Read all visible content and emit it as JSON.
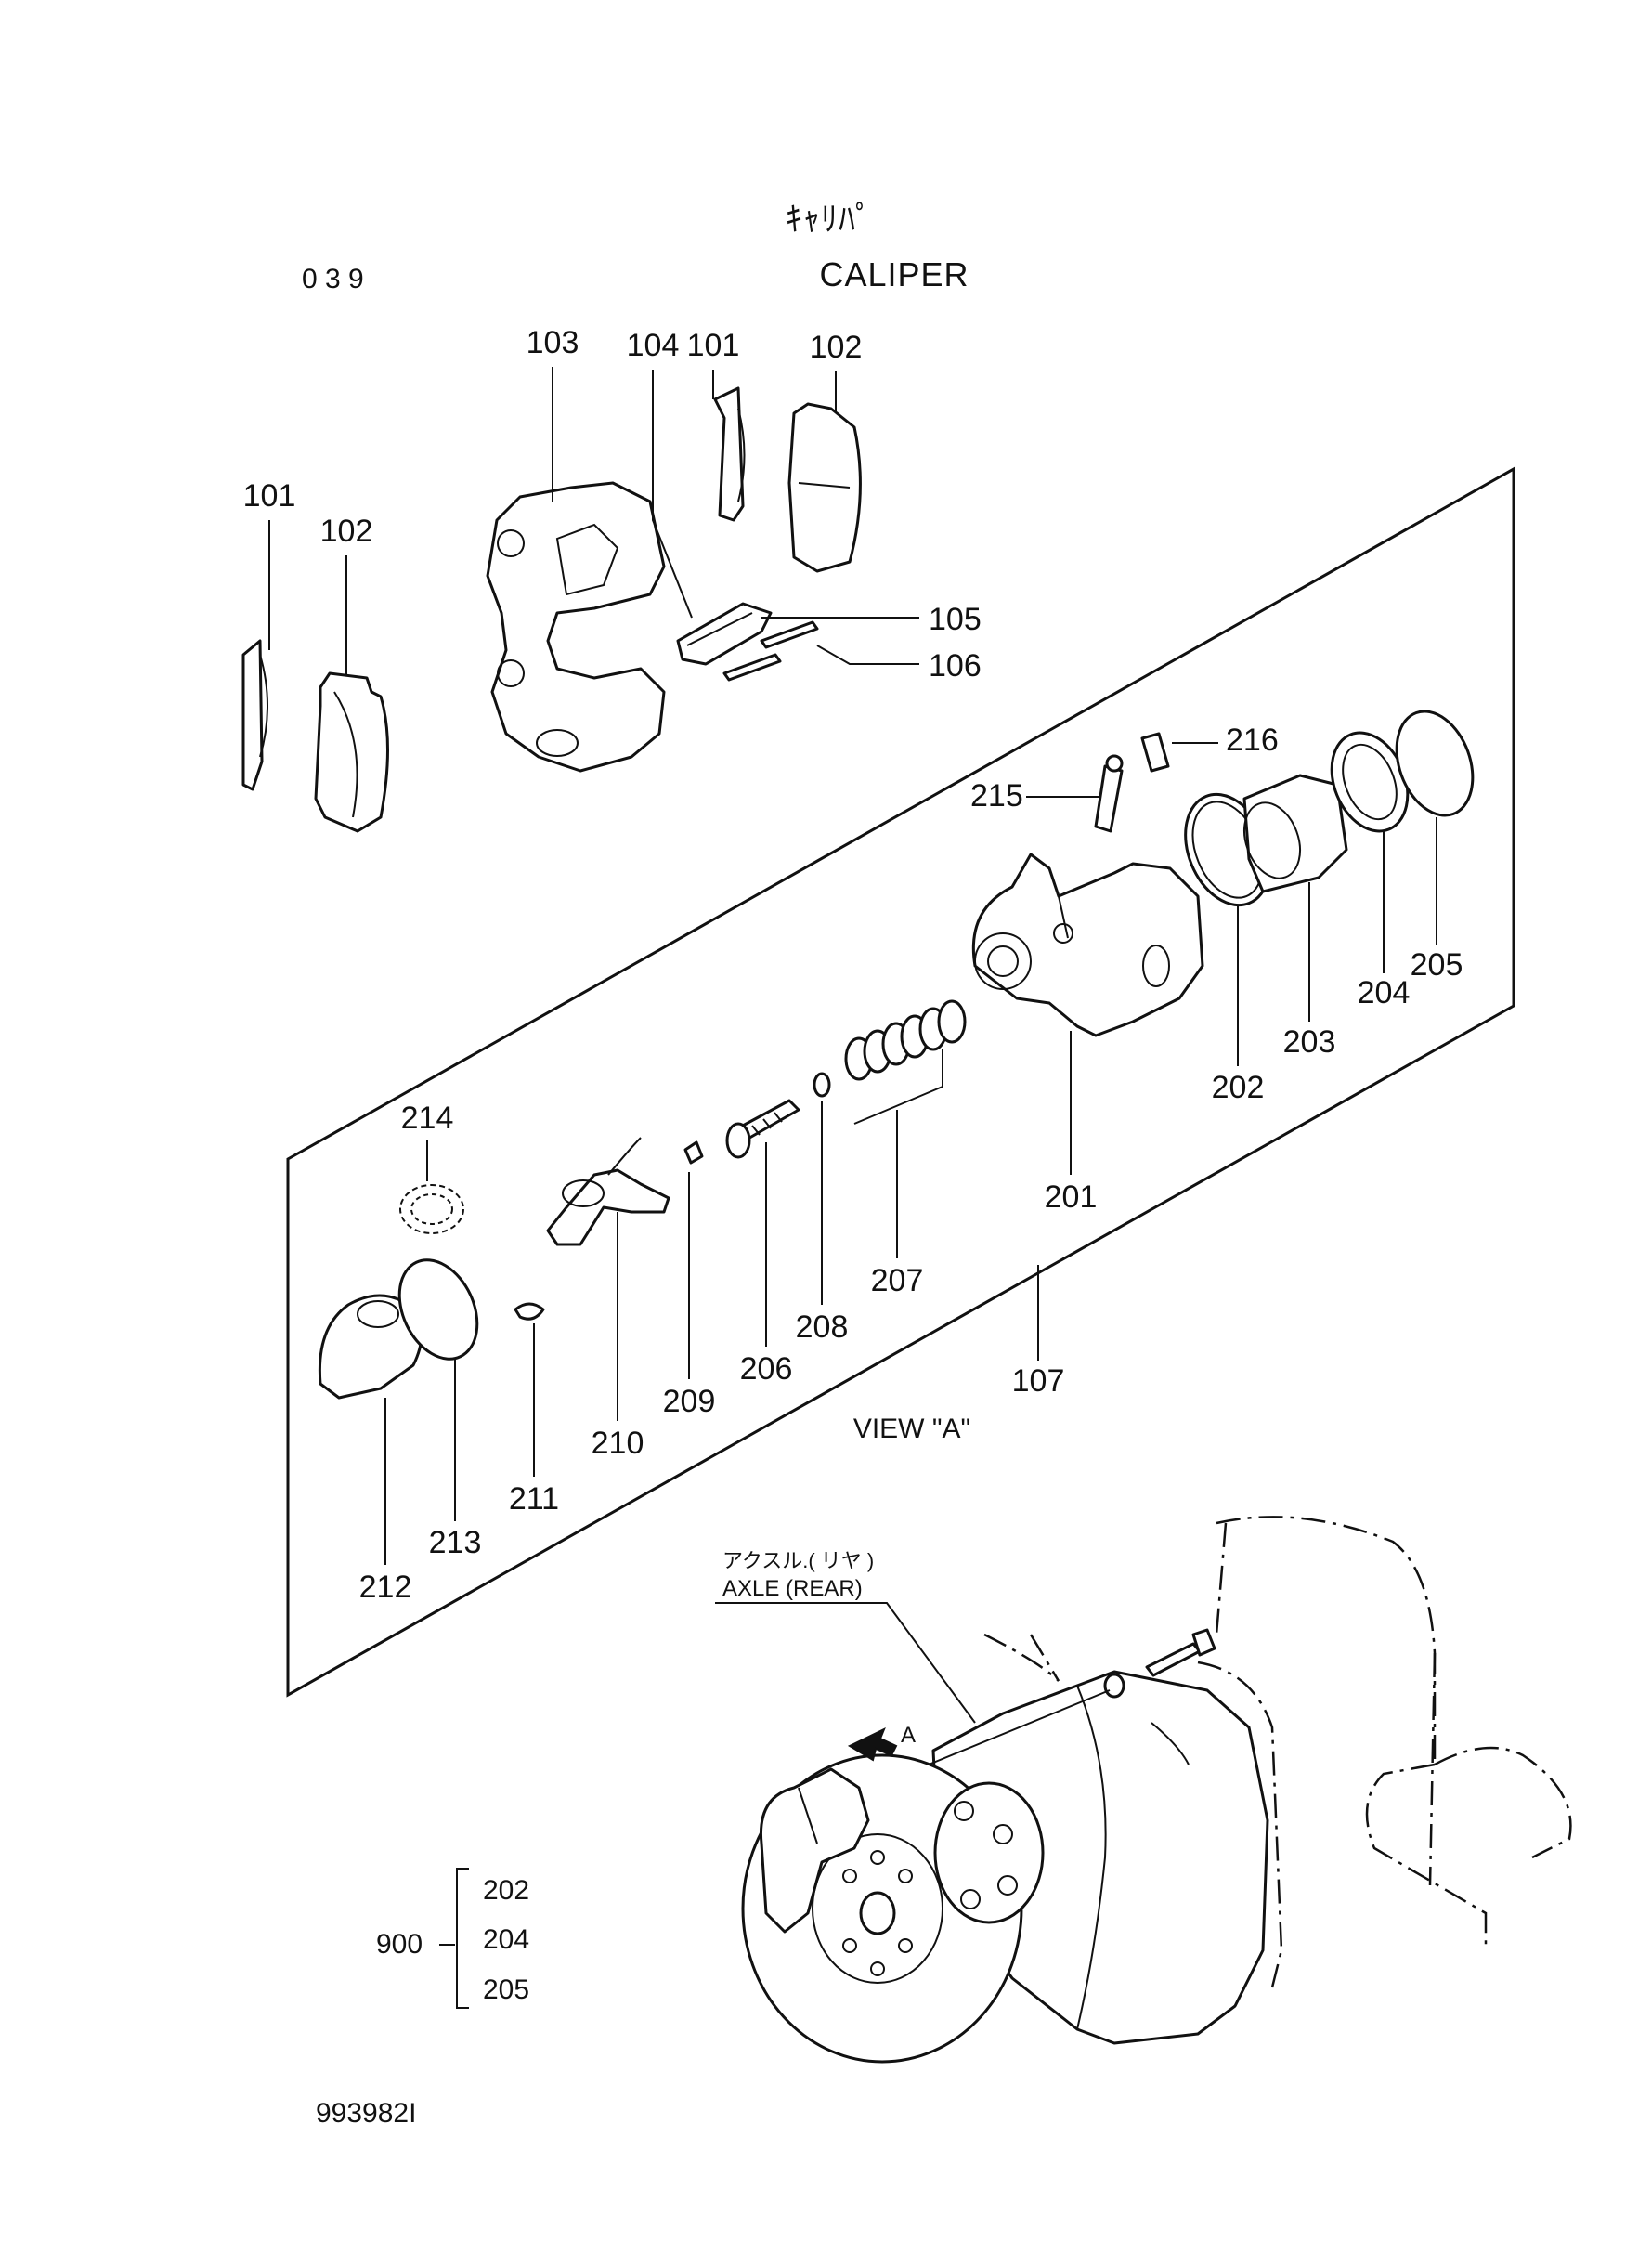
{
  "header": {
    "title_jp": "ｷｬﾘﾊﾟ",
    "title": "CALIPER",
    "page_code": "0 3 9"
  },
  "parts": {
    "p101a": "101",
    "p102a": "102",
    "p103": "103",
    "p104": "104",
    "p101b": "101",
    "p102b": "102",
    "p105": "105",
    "p106": "106",
    "p216": "216",
    "p215": "215",
    "p205": "205",
    "p204": "204",
    "p203": "203",
    "p202": "202",
    "p201": "201",
    "p207": "207",
    "p208": "208",
    "p206": "206",
    "p209": "209",
    "p210": "210",
    "p211": "211",
    "p212": "212",
    "p213": "213",
    "p214": "214",
    "p107": "107"
  },
  "view_label": "VIEW \"A\"",
  "axle": {
    "label_jp": "アクスル.( リヤ )",
    "label": "AXLE (REAR)",
    "arrow_label": "A"
  },
  "kit": {
    "number": "900",
    "items": [
      "202",
      "204",
      "205"
    ]
  },
  "doc_number": "993982I"
}
